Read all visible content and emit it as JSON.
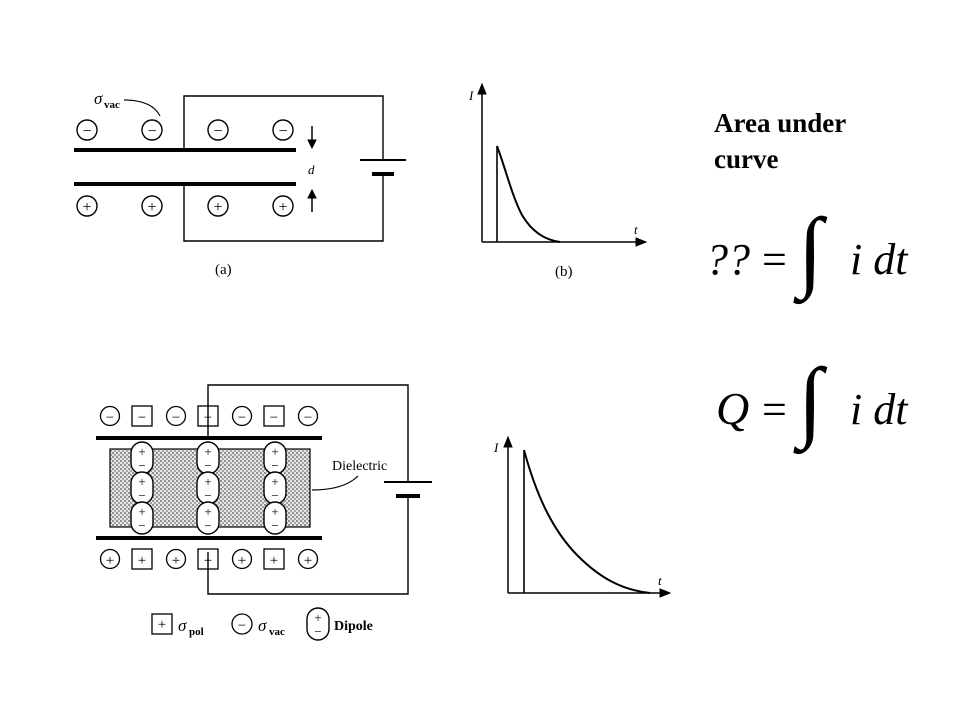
{
  "heading": [
    "Area under",
    "curve"
  ],
  "fig_a": {
    "caption": "(a)",
    "sigma_symbol": "σ",
    "sigma_subscript": "vac",
    "gap_label": "d",
    "top_charges": [
      "−",
      "−",
      "−",
      "−"
    ],
    "bottom_charges": [
      "+",
      "+",
      "+",
      "+"
    ]
  },
  "fig_b": {
    "caption": "(b)",
    "y_label": "I",
    "x_label": "t"
  },
  "fig_c": {
    "dielectric_label": "Dielectric",
    "top_charges": [
      "−",
      "−",
      "−",
      "−",
      "−",
      "−",
      "−"
    ],
    "bottom_charges": [
      "+",
      "+",
      "+",
      "+",
      "+",
      "+",
      "+"
    ],
    "dipole_plus": "+",
    "dipole_minus": "−",
    "legend": {
      "pol_box": "+",
      "pol_symbol": "σ",
      "pol_subscript": "pol",
      "vac_circle": "−",
      "vac_symbol": "σ",
      "vac_subscript": "vac",
      "dipole_plus": "+",
      "dipole_minus": "−",
      "dipole_label": "Dipole"
    }
  },
  "fig_d": {
    "y_label": "I",
    "x_label": "t"
  },
  "equation1": {
    "lhs": "??",
    "equals": "=",
    "integral": "∫",
    "integrand": "i dt"
  },
  "equation2": {
    "lhs": "Q",
    "equals": "=",
    "integral": "∫",
    "integrand": "i dt"
  }
}
